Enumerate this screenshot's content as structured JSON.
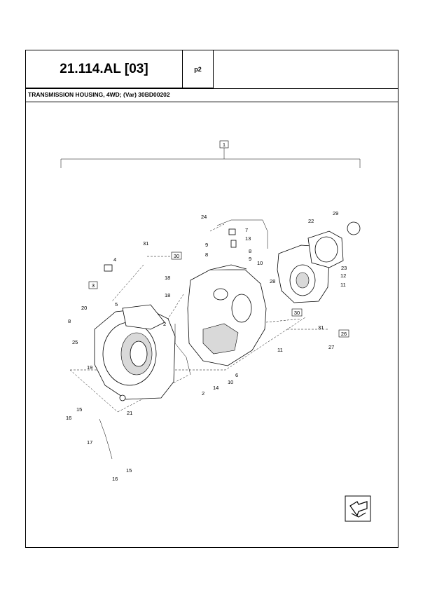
{
  "header": {
    "code": "21.114.AL [03]",
    "page": "p2"
  },
  "title": "TRANSMISSION HOUSING, 4WD; (Var) 30BD00202",
  "callouts": {
    "c1": "1",
    "c2a": "2",
    "c2b": "2",
    "c3": "3",
    "c4": "4",
    "c5": "5",
    "c6": "6",
    "c7": "7",
    "c8a": "8",
    "c8b": "8",
    "c8c": "8",
    "c9a": "9",
    "c9b": "9",
    "c10a": "10",
    "c10b": "10",
    "c11a": "11",
    "c11b": "11",
    "c12": "12",
    "c13": "13",
    "c14": "14",
    "c15a": "15",
    "c15b": "15",
    "c16a": "16",
    "c16b": "16",
    "c17": "17",
    "c18a": "18",
    "c18b": "18",
    "c19": "19",
    "c20": "20",
    "c21": "21",
    "c22": "22",
    "c23": "23",
    "c24": "24",
    "c25": "25",
    "c26": "26",
    "c27": "27",
    "c28": "28",
    "c29": "29",
    "c30a": "30",
    "c30b": "30",
    "c31a": "31",
    "c31b": "31"
  },
  "icons": {
    "nav": "next-page-arrow-icon"
  }
}
